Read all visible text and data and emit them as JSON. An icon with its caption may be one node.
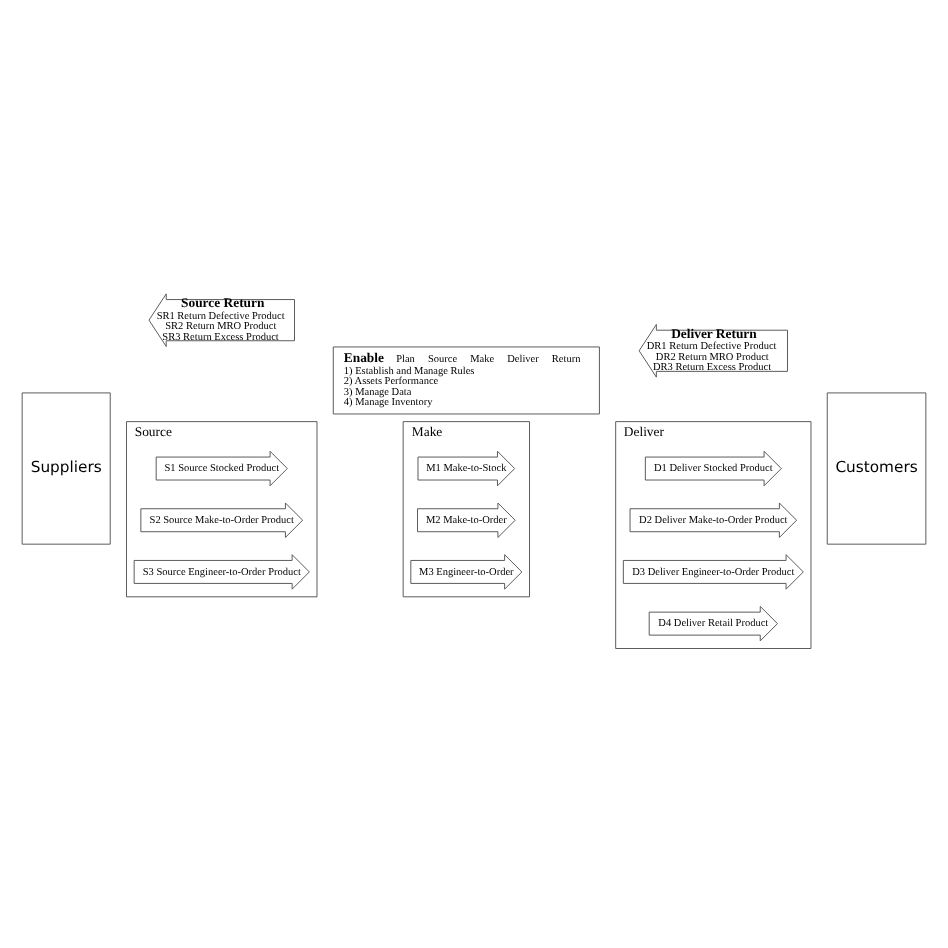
{
  "diagram": {
    "nodes": [
      {
        "text": [
          "Suppliers"
        ]
      },
      {
        "text": [
          "Source"
        ]
      },
      {
        "text": [
          "S1 Source Stocked Product"
        ],
        "in": 1
      },
      {
        "text": [
          "S2 Source Make-to-Order Product"
        ],
        "in": 1
      },
      {
        "text": [
          "S3 Source Engineer-to-Order Product"
        ],
        "in": 1
      },
      {
        "text": [
          "Make"
        ]
      },
      {
        "text": [
          "M1 Make-to-Stock"
        ],
        "in": 5
      },
      {
        "text": [
          "M2 Make-to-Order"
        ],
        "in": 5
      },
      {
        "text": [
          "M3 Engineer-to-Order"
        ],
        "in": 5
      },
      {
        "text": [
          "Deliver"
        ]
      },
      {
        "text": [
          "D1 Deliver Stocked Product"
        ],
        "in": 9
      },
      {
        "text": [
          "D2 Deliver Make-to-Order Product"
        ],
        "in": 9
      },
      {
        "text": [
          "D3 Deliver Engineer-to-Order Product"
        ],
        "in": 9
      },
      {
        "text": [
          "D4 Deliver Retail Product"
        ],
        "in": 9
      },
      {
        "text": [
          "Customers"
        ]
      },
      {
        "text": [
          "Source Return",
          "SR1 Return Defective Product",
          "SR2 Return MRO Product",
          "SR3 Return Excess Product"
        ]
      },
      {
        "text": [
          "Deliver Return",
          "DR1 Return Defective Product",
          "DR2 Return MRO Product",
          "DR3 Return Excess Product"
        ]
      },
      {
        "text": [
          "Enable",
          "Plan",
          "Source",
          "Make",
          "Deliver",
          "Return",
          "1) Establish and Manage Rules",
          "2) Assets Performance",
          "3) Manage Data",
          "4) Manage Inventory"
        ]
      }
    ],
    "edges": []
  }
}
